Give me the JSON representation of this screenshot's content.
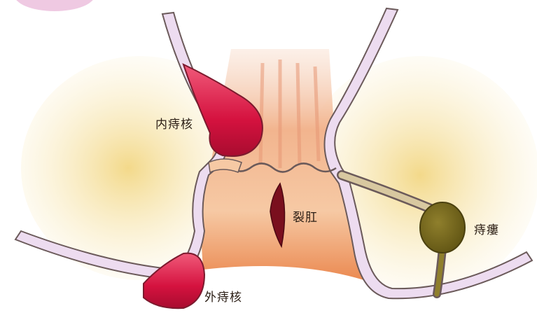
{
  "labels": {
    "internal_hemorrhoid": "内痔核",
    "anal_fissure": "裂肛",
    "fistula": "痔瘻",
    "external_hemorrhoid": "外痔核"
  },
  "colors": {
    "tissue_yellow": "#f6e3a1",
    "canal_peach": "#f4c9a2",
    "canal_orange": "#e98a55",
    "hemorrhoid_red": "#d8164a",
    "fissure": "#7a0f1e",
    "fistula": "#7a6a1d",
    "wall_lavender": "#eddcf0",
    "wall_stroke": "#6b5a5a"
  }
}
